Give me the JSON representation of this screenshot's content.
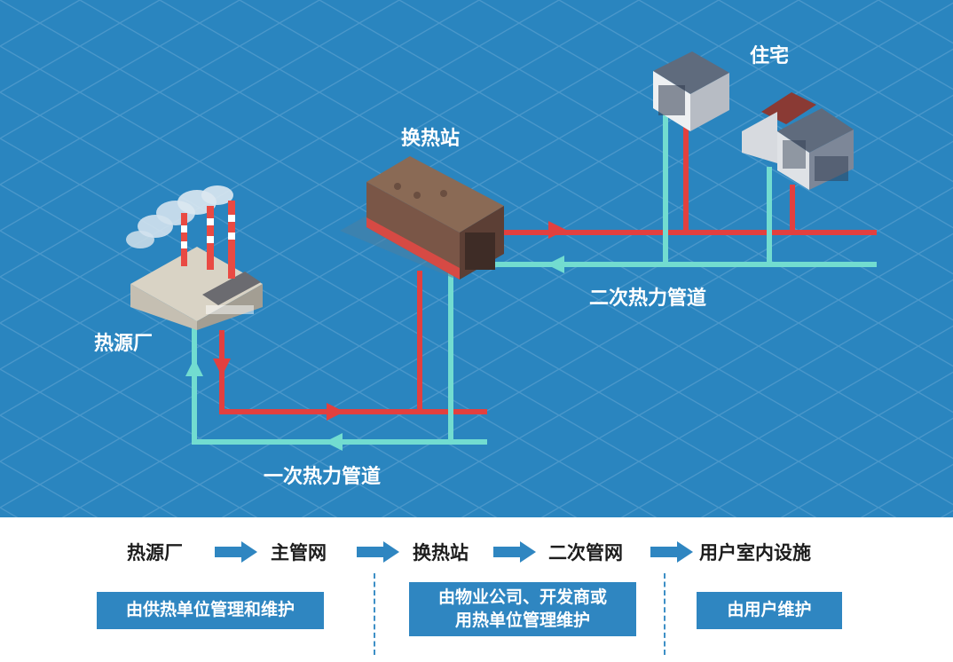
{
  "colors": {
    "background": "#2a85bf",
    "grid": "#4996c9",
    "supply_pipe": "#e2403f",
    "return_pipe": "#72dcd0",
    "box": "#2f86c1"
  },
  "labels": {
    "heat_source": "热源厂",
    "exchange_station": "换热站",
    "residence": "住宅",
    "primary_pipe": "一次热力管道",
    "secondary_pipe": "二次热力管道"
  },
  "flow": {
    "steps": [
      "热源厂",
      "主管网",
      "换热站",
      "二次管网",
      "用户室内设施"
    ],
    "boxes": [
      {
        "line1": "由供热单位管理和维护",
        "line2": ""
      },
      {
        "line1": "由物业公司、开发商或",
        "line2": "用热单位管理维护"
      },
      {
        "line1": "由用户维护",
        "line2": ""
      }
    ]
  }
}
